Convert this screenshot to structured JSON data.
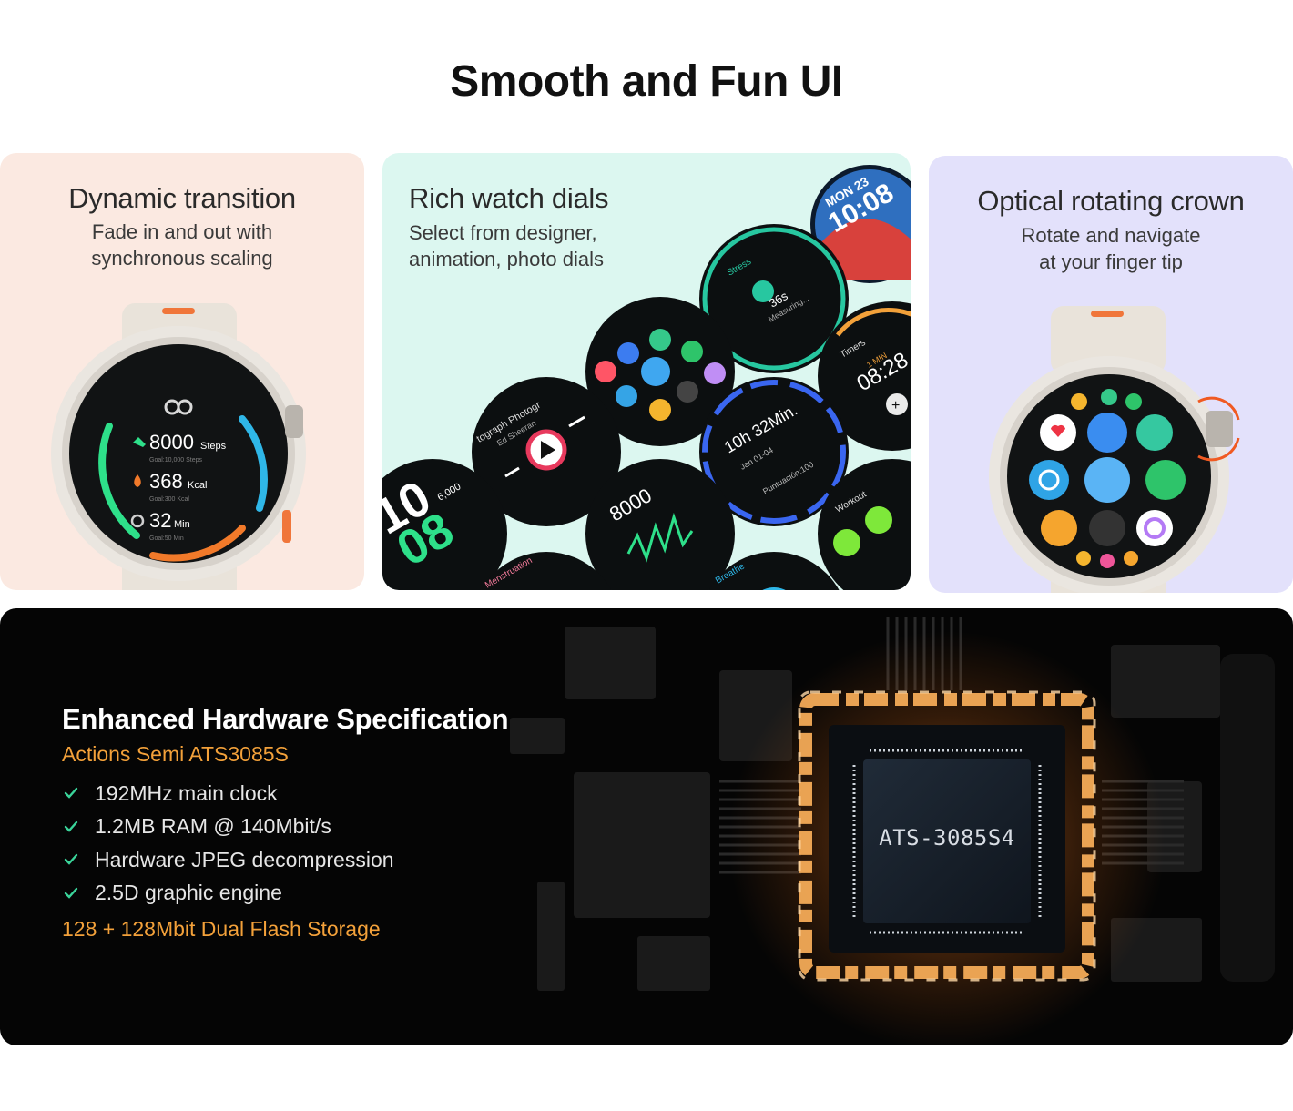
{
  "page": {
    "title": "Smooth and Fun UI"
  },
  "panels": {
    "left": {
      "title": "Dynamic transition",
      "subtitle_line1": "Fade in and out with",
      "subtitle_line2": "synchronous scaling",
      "watch": {
        "brand_icon": "infinity-logo-icon",
        "steps_value": "8000",
        "steps_unit": "Steps",
        "steps_goal": "Goal:10,000 Steps",
        "kcal_value": "368",
        "kcal_unit": "Kcal",
        "kcal_goal": "Goal:300 Kcal",
        "min_value": "32",
        "min_unit": "Min",
        "min_goal": "Goal:50 Min"
      }
    },
    "middle": {
      "title": "Rich watch dials",
      "subtitle_line1": "Select from designer,",
      "subtitle_line2": "animation, photo dials",
      "dials": {
        "photo_date": "MON 23",
        "photo_time": "10:08",
        "stress_label": "Stress",
        "stress_value": "36s",
        "stress_text": "Measuring...",
        "timer_label": "Timers",
        "timer_preset": "1 MIN",
        "timer_value": "08:28",
        "music_label": "tograph  Photogr",
        "music_artist": "Ed Sheeran",
        "sleep_time": "10h 32Min.",
        "sleep_date": "Jan 01-04",
        "sleep_score": "Puntuación:100",
        "digital_time_top": "10",
        "digital_time_bottom": "08",
        "digital_steps": "6,000",
        "steps_value": "8000",
        "workout_label": "Workout",
        "menstruation_label": "Menstruation",
        "breathe_label": "Breathe"
      }
    },
    "right": {
      "title": "Optical rotating crown",
      "subtitle_line1": "Rotate and navigate",
      "subtitle_line2": "at your finger tip"
    }
  },
  "hardware": {
    "title": "Enhanced Hardware Specification",
    "chip": "Actions Semi ATS3085S",
    "specs": [
      "192MHz main clock",
      "1.2MB RAM @ 140Mbit/s",
      "Hardware JPEG decompression",
      "2.5D graphic engine"
    ],
    "storage": "128 + 128Mbit Dual Flash Storage",
    "chip_label": "ATS-3085S4"
  },
  "colors": {
    "accent_orange": "#f3a13a",
    "ring_green": "#2ee08a",
    "ring_blue": "#2fb7e8",
    "ring_orange": "#f27a2a",
    "left_bg": "#fbe9e1",
    "mid_bg": "#dcf7f0",
    "right_bg": "#e3e1fb"
  }
}
